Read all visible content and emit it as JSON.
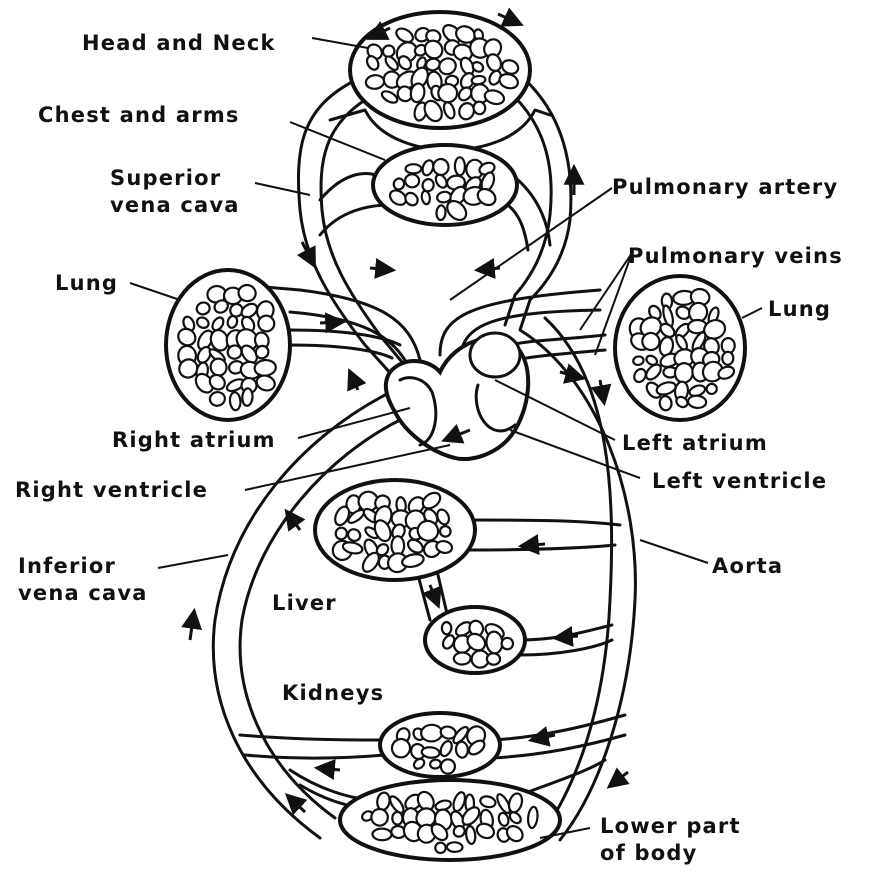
{
  "labels": {
    "head_neck": "Head and Neck",
    "chest_arms": "Chest and arms",
    "superior_vena_cava_1": "Superior",
    "superior_vena_cava_2": "vena cava",
    "lung_left": "Lung",
    "lung_right": "Lung",
    "pulmonary_artery": "Pulmonary artery",
    "pulmonary_veins": "Pulmonary veins",
    "right_atrium": "Right atrium",
    "right_ventricle": "Right ventricle",
    "left_atrium": "Left atrium",
    "left_ventricle": "Left ventricle",
    "inferior_vena_cava_1": "Inferior",
    "inferior_vena_cava_2": "vena cava",
    "aorta": "Aorta",
    "liver": "Liver",
    "kidneys": "Kidneys",
    "lower_body_1": "Lower part",
    "lower_body_2": "of body"
  },
  "colors": {
    "ink": "#111111",
    "paper": "#ffffff"
  }
}
